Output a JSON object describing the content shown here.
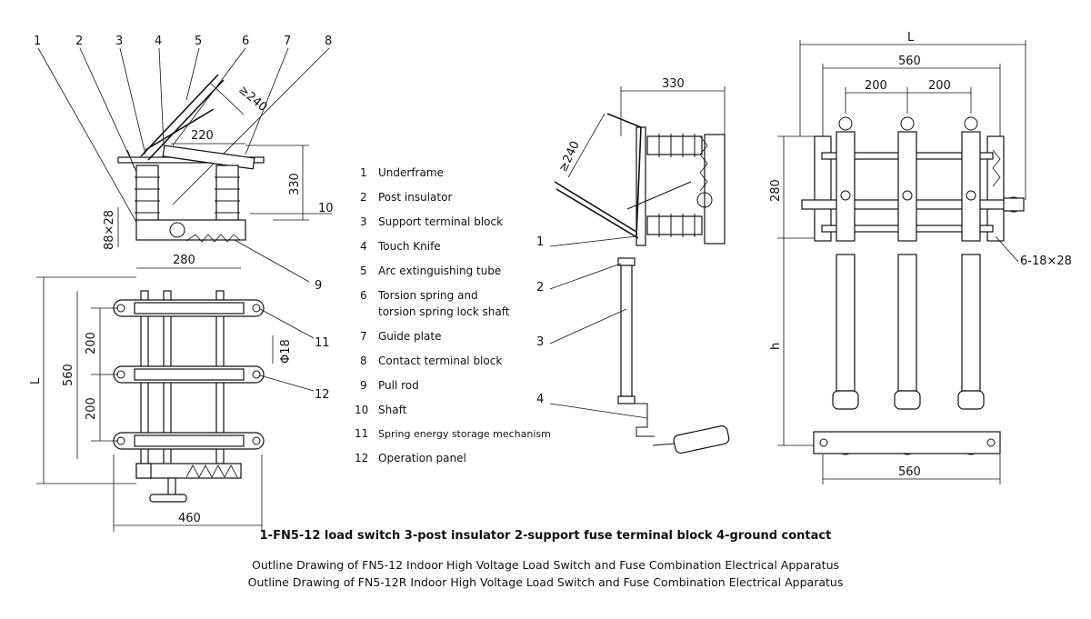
{
  "part_numbers": [
    "1",
    "2",
    "3",
    "4",
    "5",
    "6",
    "7",
    "8",
    "9",
    "10",
    "11",
    "12"
  ],
  "left_view": {
    "dims": {
      "angle": "≥240",
      "w220": "220",
      "h330": "330",
      "slot": "88×28",
      "w280": "280",
      "pitch1": "200",
      "pitch2": "200",
      "L": "L",
      "h560": "560",
      "hole": "Φ18",
      "w460": "460"
    }
  },
  "middle_view": {
    "dims": {
      "w330": "330",
      "angle": "≥240"
    },
    "callouts": [
      "1",
      "2",
      "3",
      "4"
    ]
  },
  "right_view": {
    "dims": {
      "L": "L",
      "w560_top": "560",
      "p200a": "200",
      "p200b": "200",
      "h280": "280",
      "h": "h",
      "slot": "6-18×28",
      "w560_bottom": "560"
    }
  },
  "legend": [
    {
      "num": "1",
      "text": "Underframe"
    },
    {
      "num": "2",
      "text": "Post insulator"
    },
    {
      "num": "3",
      "text": "Support terminal block"
    },
    {
      "num": "4",
      "text": "Touch Knife"
    },
    {
      "num": "5",
      "text": "Arc extinguishing tube"
    },
    {
      "num": "6",
      "text": "Torsion spring and",
      "text2": "torsion spring lock shaft"
    },
    {
      "num": "7",
      "text": "Guide plate"
    },
    {
      "num": "8",
      "text": "Contact terminal block"
    },
    {
      "num": "9",
      "text": "Pull rod"
    },
    {
      "num": "10",
      "text": "Shaft"
    },
    {
      "num": "11",
      "text": "Spring energy storage mechanism"
    },
    {
      "num": "12",
      "text": "Operation panel"
    }
  ],
  "captions": {
    "line1": "1-FN5-12 load switch 3-post insulator 2-support fuse terminal block 4-ground contact",
    "line2": "Outline Drawing of FN5-12  Indoor High Voltage Load Switch and Fuse Combination Electrical Apparatus",
    "line3": "Outline Drawing of FN5-12R Indoor High Voltage Load Switch and Fuse Combination Electrical Apparatus"
  }
}
